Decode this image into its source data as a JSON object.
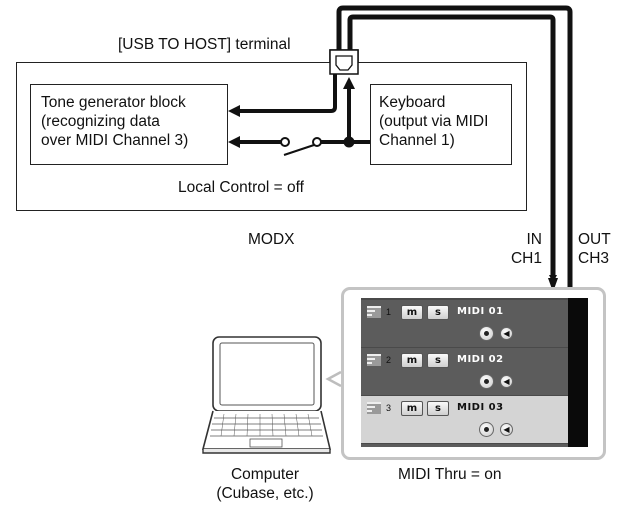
{
  "labels": {
    "usb_terminal": "[USB TO HOST] terminal",
    "tone_generator": [
      "Tone generator block",
      "(recognizing data",
      "over MIDI Channel 3)"
    ],
    "keyboard": [
      "Keyboard",
      "(output via MIDI",
      "Channel 1)"
    ],
    "local_control": "Local Control = off",
    "modx": "MODX",
    "in_label": [
      "IN",
      "CH1"
    ],
    "out_label": [
      "OUT",
      "CH3"
    ],
    "midi_thru": "MIDI Thru = on",
    "computer": [
      "Computer",
      "(Cubase, etc.)"
    ]
  },
  "daw_tracks": [
    {
      "number": "1",
      "mute": "m",
      "solo": "s",
      "name": "MIDI 01",
      "selected": false
    },
    {
      "number": "2",
      "mute": "m",
      "solo": "s",
      "name": "MIDI 02",
      "selected": false
    },
    {
      "number": "3",
      "mute": "m",
      "solo": "s",
      "name": "MIDI 03",
      "selected": true
    }
  ],
  "colors": {
    "line": "#111111",
    "panel_border": "#bdbdbd",
    "track_bg": "#5c5c5c",
    "track_selected_bg": "#d4d4d4",
    "track_left_bg": "#9a9a9a"
  }
}
